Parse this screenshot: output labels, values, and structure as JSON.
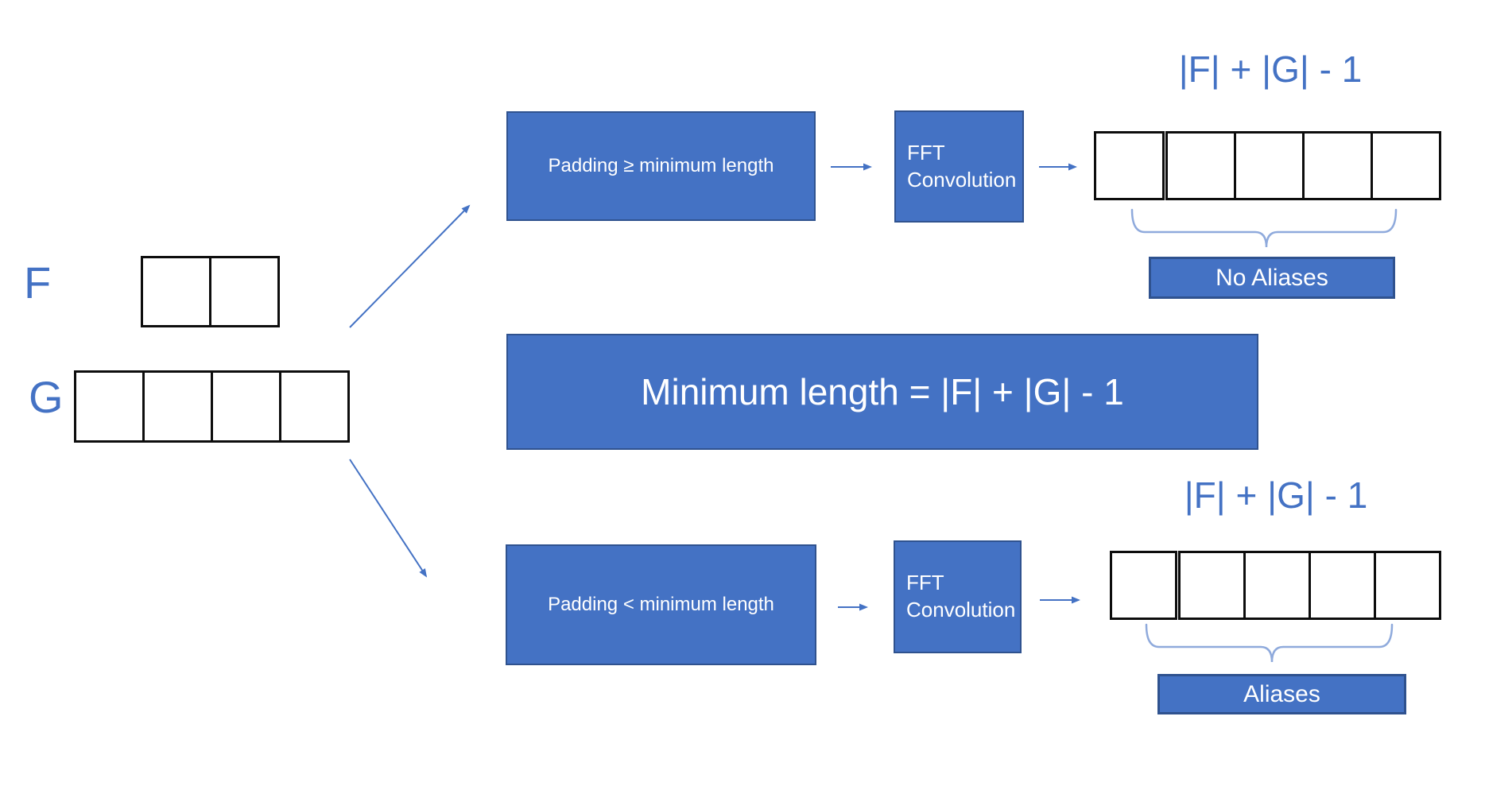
{
  "diagram": {
    "input": {
      "f_label": "F",
      "g_label": "G",
      "f_cells": 2,
      "g_cells": 4
    },
    "formula_box": {
      "text": "Minimum length = |F| + |G| - 1"
    },
    "top_path": {
      "padding_box_label": "Padding ≥ minimum length",
      "fft_box_line1": "FFT",
      "fft_box_line2": "Convolution",
      "output_length_label": "|F| + |G| - 1",
      "output_cells": 5,
      "result_box_label": "No Aliases"
    },
    "bottom_path": {
      "padding_box_label": "Padding < minimum length",
      "fft_box_line1": "FFT",
      "fft_box_line2": "Convolution",
      "output_length_label": "|F| + |G| - 1",
      "output_cells": 5,
      "result_box_label": "Aliases"
    },
    "colors": {
      "accent_blue": "#4472C4",
      "box_border_blue": "#2F528F",
      "brace_light_blue": "#8FAADC",
      "cell_border_black": "#0d0d0d",
      "background": "#ffffff"
    }
  }
}
